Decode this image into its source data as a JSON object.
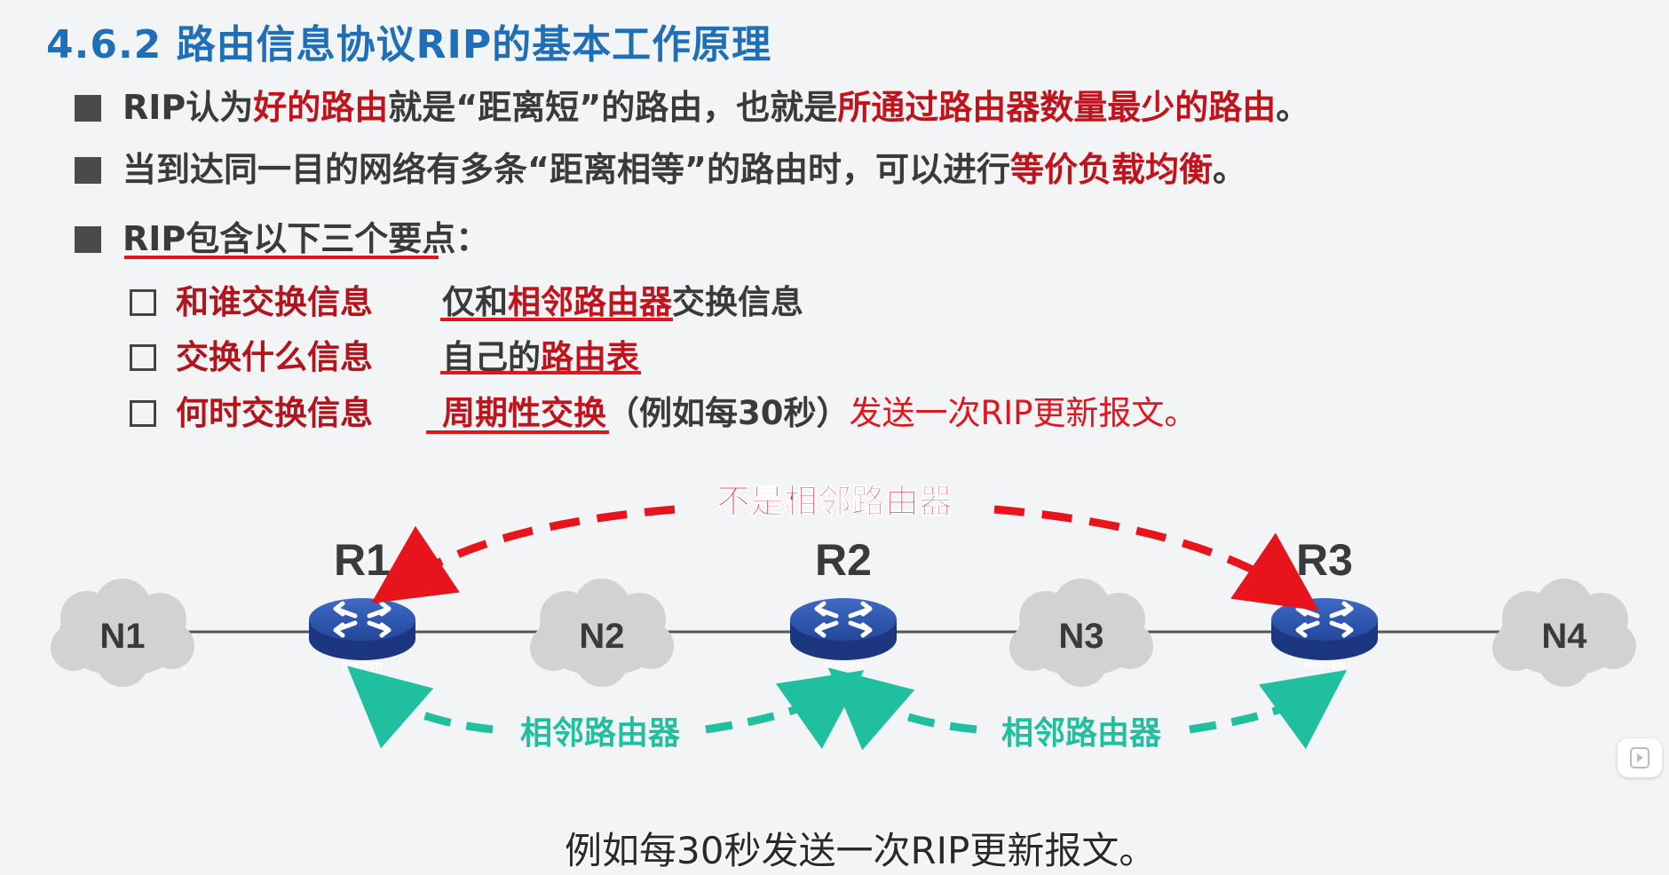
{
  "title": "4.6.2 路由信息协议RIP的基本工作原理",
  "bullets": [
    {
      "parts": [
        "RIP认为",
        "好的路由",
        "就是“距离短”的路由，也就是",
        "所通过路由器数量最少的路由",
        "。"
      ]
    },
    {
      "parts": [
        "当到达同一目的网络有多条“距离相等”的路由时，可以进行",
        "等价负载均衡",
        "。"
      ]
    },
    {
      "parts": [
        "RIP包含以下三个要点："
      ]
    }
  ],
  "points": [
    {
      "question": "和谁交换信息",
      "answer_pre": "仅和",
      "answer_hl": "相邻路由器",
      "answer_post": "交换信息"
    },
    {
      "question": "交换什么信息",
      "answer_pre": "自己的",
      "answer_hl": "路由表",
      "answer_post": ""
    },
    {
      "question": "何时交换信息",
      "answer_hl": "周期性交换",
      "answer_mid": "（例如每30秒）",
      "answer_post": "发送一次RIP更新报文。"
    }
  ],
  "diagram": {
    "networks": [
      "N1",
      "N2",
      "N3",
      "N4"
    ],
    "routers": [
      "R1",
      "R2",
      "R3"
    ],
    "router_caption": "ROUTER",
    "not_neighbor_label": "不是相邻路由器",
    "neighbor_label": "相邻路由器",
    "colors": {
      "not_neighbor": "#e8141c",
      "neighbor": "#1fbfa0",
      "router": "#1e3d8a",
      "cloud": "#d4d4d4"
    }
  },
  "subtitle": "例如每30秒发送一次RIP更新报文。"
}
